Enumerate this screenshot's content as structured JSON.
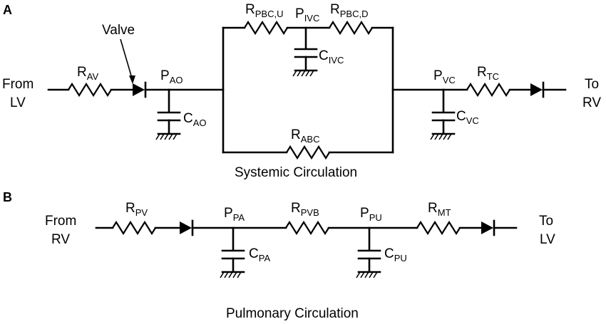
{
  "panels": {
    "a": "A",
    "b": "B"
  },
  "systemic": {
    "caption": "Systemic Circulation",
    "from": [
      "From",
      "LV"
    ],
    "to": [
      "To",
      "RV"
    ],
    "valve_label": "Valve",
    "r_av": {
      "main": "R",
      "sub": "AV"
    },
    "p_ao": {
      "main": "P",
      "sub": "AO"
    },
    "c_ao": {
      "main": "C",
      "sub": "AO"
    },
    "r_pbcu": {
      "main": "R",
      "sub": "PBC,U"
    },
    "p_ivc": {
      "main": "P",
      "sub": "IVC"
    },
    "r_pbcd": {
      "main": "R",
      "sub": "PBC,D"
    },
    "c_ivc": {
      "main": "C",
      "sub": "IVC"
    },
    "r_abc": {
      "main": "R",
      "sub": "ABC"
    },
    "p_vc": {
      "main": "P",
      "sub": "VC"
    },
    "r_tc": {
      "main": "R",
      "sub": "TC"
    },
    "c_vc": {
      "main": "C",
      "sub": "VC"
    }
  },
  "pulmonary": {
    "caption": "Pulmonary Circulation",
    "from": [
      "From",
      "RV"
    ],
    "to": [
      "To",
      "LV"
    ],
    "r_pv": {
      "main": "R",
      "sub": "PV"
    },
    "p_pa": {
      "main": "P",
      "sub": "PA"
    },
    "c_pa": {
      "main": "C",
      "sub": "PA"
    },
    "r_pvb": {
      "main": "R",
      "sub": "PVB"
    },
    "p_pu": {
      "main": "P",
      "sub": "PU"
    },
    "c_pu": {
      "main": "C",
      "sub": "PU"
    },
    "r_mt": {
      "main": "R",
      "sub": "MT"
    }
  }
}
